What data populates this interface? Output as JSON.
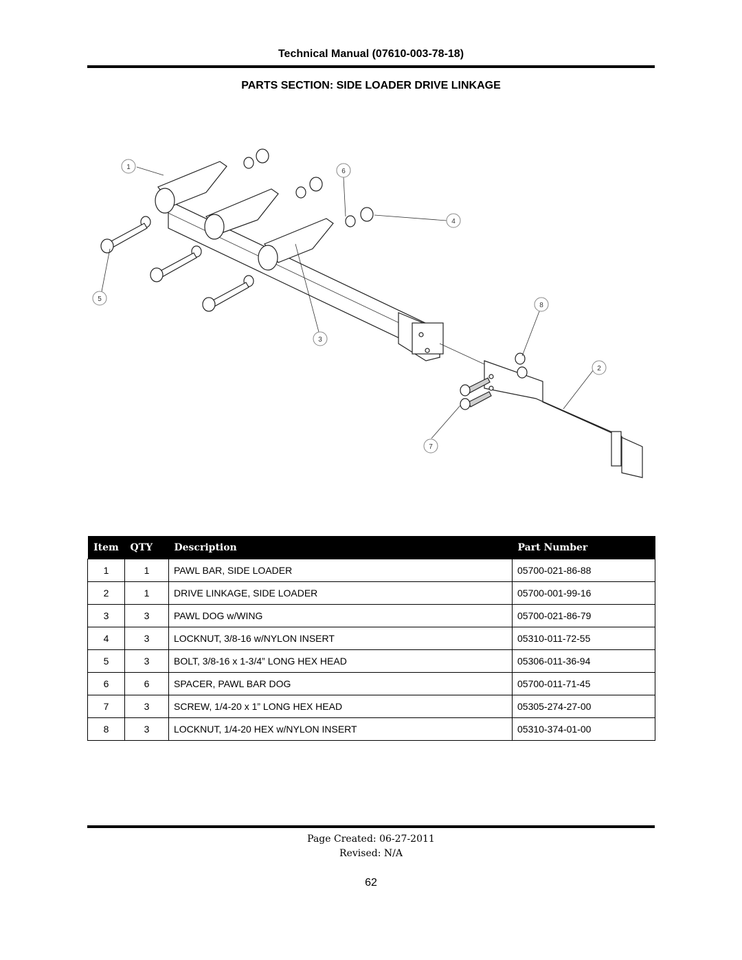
{
  "header": {
    "title": "Technical Manual (07610-003-78-18)",
    "section": "PARTS SECTION: SIDE LOADER DRIVE LINKAGE"
  },
  "diagram": {
    "callouts": [
      "1",
      "2",
      "3",
      "4",
      "5",
      "6",
      "7",
      "8"
    ]
  },
  "table": {
    "headers": {
      "item": "Item",
      "qty": "QTY",
      "description": "Description",
      "part_number": "Part Number"
    },
    "rows": [
      {
        "item": "1",
        "qty": "1",
        "description": "PAWL BAR, SIDE LOADER",
        "part_number": "05700-021-86-88"
      },
      {
        "item": "2",
        "qty": "1",
        "description": "DRIVE LINKAGE, SIDE LOADER",
        "part_number": "05700-001-99-16"
      },
      {
        "item": "3",
        "qty": "3",
        "description": "PAWL DOG w/WING",
        "part_number": "05700-021-86-79"
      },
      {
        "item": "4",
        "qty": "3",
        "description": "LOCKNUT, 3/8-16  w/NYLON INSERT",
        "part_number": "05310-011-72-55"
      },
      {
        "item": "5",
        "qty": "3",
        "description": "BOLT, 3/8-16 x 1-3/4” LONG HEX HEAD",
        "part_number": "05306-011-36-94"
      },
      {
        "item": "6",
        "qty": "6",
        "description": "SPACER, PAWL BAR DOG",
        "part_number": "05700-011-71-45"
      },
      {
        "item": "7",
        "qty": "3",
        "description": "SCREW, 1/4-20 x 1” LONG  HEX HEAD",
        "part_number": "05305-274-27-00"
      },
      {
        "item": "8",
        "qty": "3",
        "description": "LOCKNUT, 1/4-20 HEX w/NYLON INSERT",
        "part_number": "05310-374-01-00"
      }
    ]
  },
  "footer": {
    "created": "Page Created: 06-27-2011",
    "revised": "Revised: N/A",
    "page_number": "62"
  }
}
